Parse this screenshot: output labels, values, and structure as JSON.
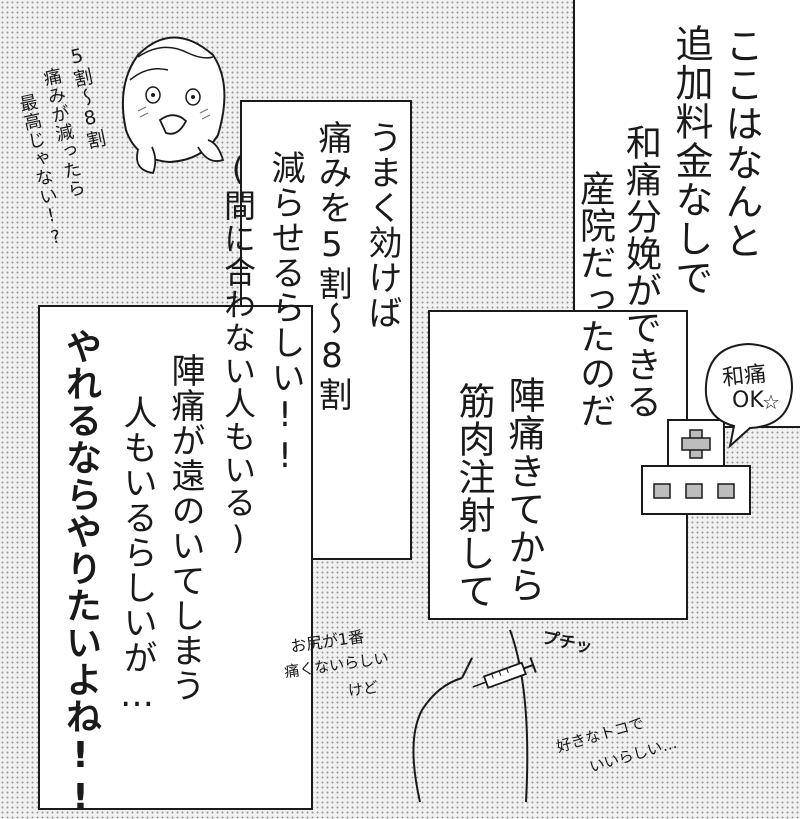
{
  "panel_right_top": {
    "lines": [
      "ここはなんと",
      "追加料金なしで",
      "和痛分娩ができる",
      "産院だったのだ"
    ]
  },
  "panel_right_mid": {
    "lines": [
      "陣痛きてから",
      "筋肉注射して"
    ]
  },
  "panel_middle": {
    "lines": [
      "うまく効けば",
      "痛みを5割〜8割",
      "減らせるらしい!!",
      "(間に合わない人もいる)"
    ]
  },
  "panel_left": {
    "lines": [
      "陣痛が遠のいてしまう",
      "人もいるらしいが…"
    ],
    "emphasis": "やれるならやりたいよね!!"
  },
  "side_note_left": {
    "lines": [
      "5割〜8割",
      "痛みが減ったら",
      "最高じゃない!?"
    ]
  },
  "hospital_bubble": {
    "lines": [
      "和痛",
      "OK"
    ]
  },
  "injection_notes": {
    "left": [
      "お尻が1番",
      "痛くないらしい",
      "けど"
    ],
    "sfx": "プチッ",
    "right": [
      "好きなトコで",
      "いいらしい…"
    ]
  }
}
